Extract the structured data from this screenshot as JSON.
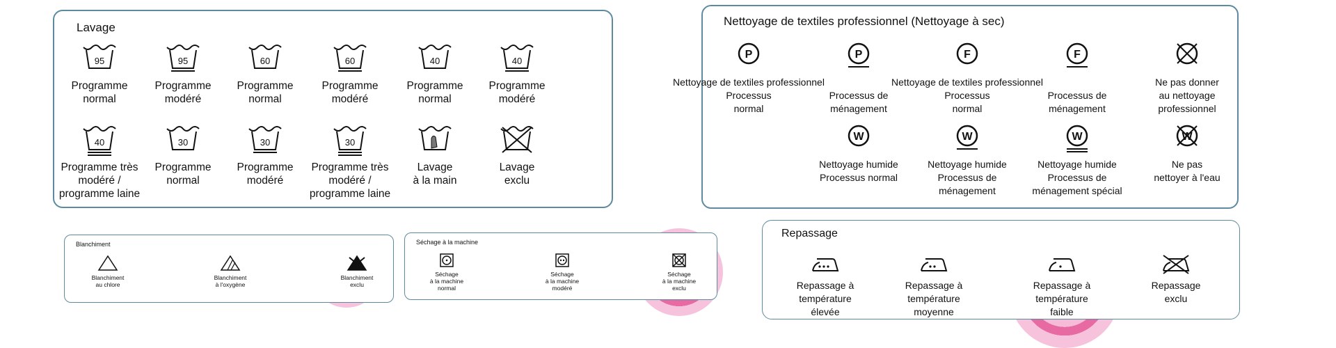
{
  "lavage": {
    "title": "Lavage",
    "items": [
      {
        "temp": "95",
        "bars": 0,
        "label": "Programme\nnormal"
      },
      {
        "temp": "95",
        "bars": 1,
        "label": "Programme\nmodéré"
      },
      {
        "temp": "60",
        "bars": 0,
        "label": "Programme\nnormal"
      },
      {
        "temp": "60",
        "bars": 1,
        "label": "Programme\nmodéré"
      },
      {
        "temp": "40",
        "bars": 0,
        "label": "Programme\nnormal",
        "highlight": true
      },
      {
        "temp": "40",
        "bars": 1,
        "label": "Programme\nmodéré"
      },
      {
        "temp": "40",
        "bars": 2,
        "label": "Programme très\nmodéré /\nprogramme laine"
      },
      {
        "temp": "30",
        "bars": 0,
        "label": "Programme\nnormal"
      },
      {
        "temp": "30",
        "bars": 1,
        "label": "Programme\nmodéré"
      },
      {
        "temp": "30",
        "bars": 2,
        "label": "Programme très\nmodéré /\nprogramme laine"
      },
      {
        "temp": "",
        "bars": 0,
        "hand": true,
        "label": "Lavage\nà la main"
      },
      {
        "temp": "",
        "bars": 0,
        "crossed": true,
        "label": "Lavage\nexclu"
      }
    ]
  },
  "nettoyage": {
    "title": "Nettoyage de textiles professionnel (Nettoyage à sec)",
    "items": [
      {
        "letter": "P",
        "bars": 0,
        "label": "Nettoyage de textiles professionnel\nProcessus\nnormal"
      },
      {
        "letter": "P",
        "bars": 1,
        "label": "\nProcessus de\nménagement"
      },
      {
        "letter": "F",
        "bars": 0,
        "label": "Nettoyage de textiles professionnel\nProcessus\nnormal"
      },
      {
        "letter": "F",
        "bars": 1,
        "label": "\nProcessus de\nménagement"
      },
      {
        "letter": "",
        "crossed": true,
        "label": "Ne pas donner\nau nettoyage\nprofessionnel",
        "highlight": true
      },
      {
        "letter": "W",
        "bars": 0,
        "label": "Nettoyage humide\nProcessus normal"
      },
      {
        "letter": "W",
        "bars": 1,
        "label": "Nettoyage humide\nProcessus de\nménagement"
      },
      {
        "letter": "W",
        "bars": 2,
        "label": "Nettoyage humide\nProcessus de\nménagement spécial"
      },
      {
        "letter": "W",
        "crossed": true,
        "label": "Ne pas\nnettoyer à l'eau"
      }
    ]
  },
  "blanchiment": {
    "title": "Blanchiment",
    "items": [
      {
        "type": "chlore",
        "label": "Blanchiment\nau chlore"
      },
      {
        "type": "oxygene",
        "label": "Blanchiment\nà l'oxygène"
      },
      {
        "type": "exclu",
        "label": "Blanchiment\nexclu",
        "highlight": true
      }
    ]
  },
  "sechage": {
    "title": "Séchage à la machine",
    "items": [
      {
        "dots": 1,
        "label": "Séchage\nà la machine\nnormal"
      },
      {
        "dots": 2,
        "label": "Séchage\nà la machine\nmodéré"
      },
      {
        "crossed": true,
        "label": "Séchage\nà la machine\nexclu",
        "highlight": true
      }
    ]
  },
  "repassage": {
    "title": "Repassage",
    "items": [
      {
        "dots": 3,
        "label": "Repassage à\ntempérature\nélevée"
      },
      {
        "dots": 2,
        "label": "Repassage à\ntempérature\nmoyenne"
      },
      {
        "dots": 1,
        "label": "Repassage à\ntempérature\nfaible",
        "highlight": true
      },
      {
        "crossed": true,
        "label": "Repassage\nexclu"
      }
    ]
  },
  "colors": {
    "border": "#5e8aa0",
    "highlight": "#e45092",
    "highlight_light": "#f4a8cc",
    "dark_dot": "#8a1550"
  }
}
